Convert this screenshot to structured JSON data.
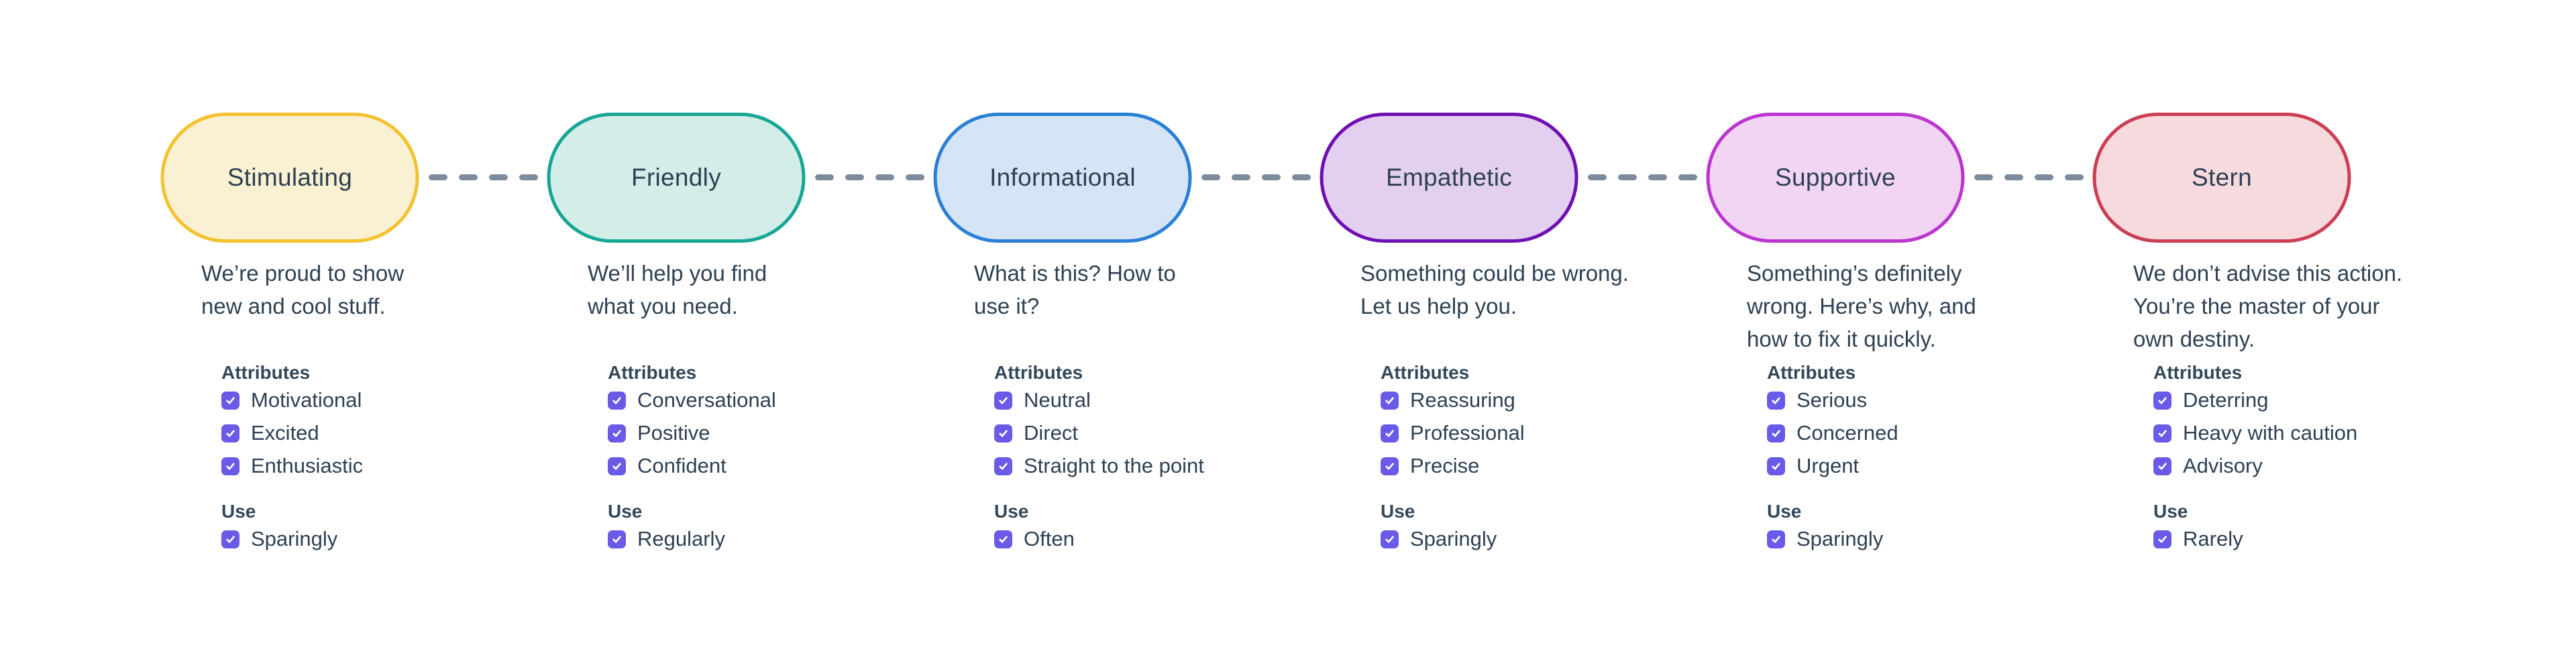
{
  "diagram": {
    "attributes_label": "Attributes",
    "use_label": "Use",
    "checkboxes_checked": true,
    "checkbox_color": "#6A5AE8",
    "connector_color": "#7D8B9B",
    "text_color": "#2E4053",
    "nodes": [
      {
        "label": "Stimulating",
        "border_color": "#F2C230",
        "fill_color": "#FAF0D2",
        "description_lines": [
          "We’re proud to show",
          "new and cool stuff."
        ],
        "attributes": [
          "Motivational",
          "Excited",
          "Enthusiastic"
        ],
        "use": "Sparingly"
      },
      {
        "label": "Friendly",
        "border_color": "#16A693",
        "fill_color": "#D3EDE9",
        "description_lines": [
          "We’ll help you find",
          "what you need."
        ],
        "attributes": [
          "Conversational",
          "Positive",
          "Confident"
        ],
        "use": "Regularly"
      },
      {
        "label": "Informational",
        "border_color": "#2A80D5",
        "fill_color": "#D5E5F6",
        "description_lines": [
          "What is this? How to",
          "use it?"
        ],
        "attributes": [
          "Neutral",
          "Direct",
          "Straight to the point"
        ],
        "use": "Often"
      },
      {
        "label": "Empathetic",
        "border_color": "#6E10B0",
        "fill_color": "#E3CFF0",
        "description_lines": [
          "Something could be wrong.",
          "Let us help you."
        ],
        "attributes": [
          "Reassuring",
          "Professional",
          "Precise"
        ],
        "use": "Sparingly"
      },
      {
        "label": "Supportive",
        "border_color": "#BB35CF",
        "fill_color": "#F1D5F3",
        "description_lines": [
          "Something’s definitely",
          "wrong. Here’s why, and",
          "how to fix it quickly."
        ],
        "attributes": [
          "Serious",
          "Concerned",
          "Urgent"
        ],
        "use": "Sparingly"
      },
      {
        "label": "Stern",
        "border_color": "#CB3E54",
        "fill_color": "#F7DADE",
        "description_lines": [
          "We don’t advise this action.",
          "You’re the master of your",
          "own destiny."
        ],
        "attributes": [
          "Deterring",
          "Heavy with caution",
          "Advisory"
        ],
        "use": "Rarely"
      }
    ]
  }
}
